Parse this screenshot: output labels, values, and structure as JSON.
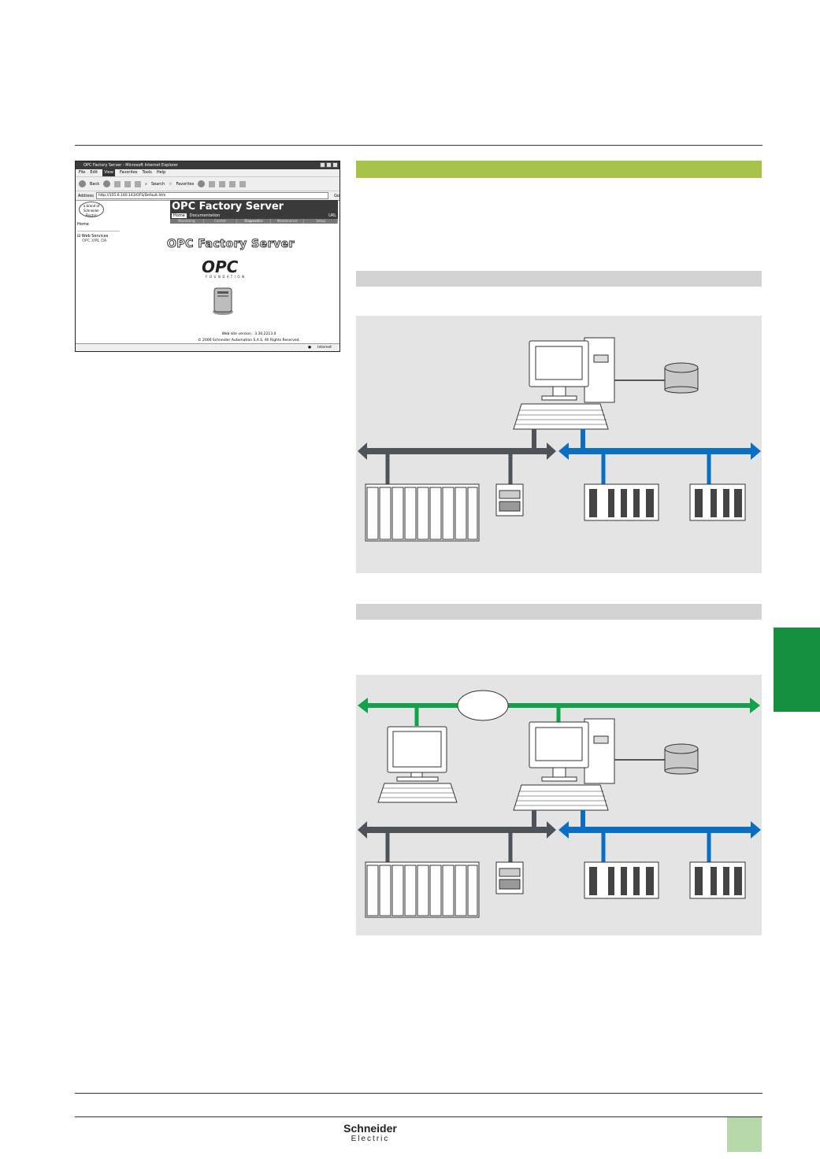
{
  "browser": {
    "window_title": "OPC Factory Server - Microsoft Internet Explorer",
    "menu": [
      "File",
      "Edit",
      "View",
      "Favorites",
      "Tools",
      "Help"
    ],
    "toolbar": {
      "back": "Back",
      "search": "Search",
      "favorites": "Favorites"
    },
    "address_label": "Address",
    "address_value": "http://155.6.140.143/OFS/Default.htm",
    "go": "Go",
    "logo_text": "a brand of Schneider Electric",
    "nav_home": "Home",
    "nav_web_services": "Web Services",
    "nav_opc_xml": "OPC XML DA",
    "header_title": "OPC Factory Server",
    "header_tabs": [
      "Home",
      "Documentation"
    ],
    "header_url": "URL",
    "subtabs": [
      "Monitoring",
      "Control",
      "Diagnostics",
      "Maintenance",
      "Setup"
    ],
    "big_title": "OPC Factory Server",
    "opc_logo": "OPC",
    "opc_foundation": "FOUNDATION",
    "version": "Web site version : 3.30.2213.0",
    "copyright": "© 2006 Schneider Automation S.A.S. All Rights Reserved.",
    "status_zone": "Internet"
  },
  "brand": {
    "line1": "Schneider",
    "line2": "Electric"
  },
  "colors": {
    "accent_green": "#a8c34a",
    "tab_green": "#15903e",
    "page_tab": "#b7d8a9",
    "network_grey": "#4d5358",
    "network_blue": "#0a6fc2",
    "network_green": "#12a24b",
    "diagram_bg": "#e4e4e4"
  }
}
